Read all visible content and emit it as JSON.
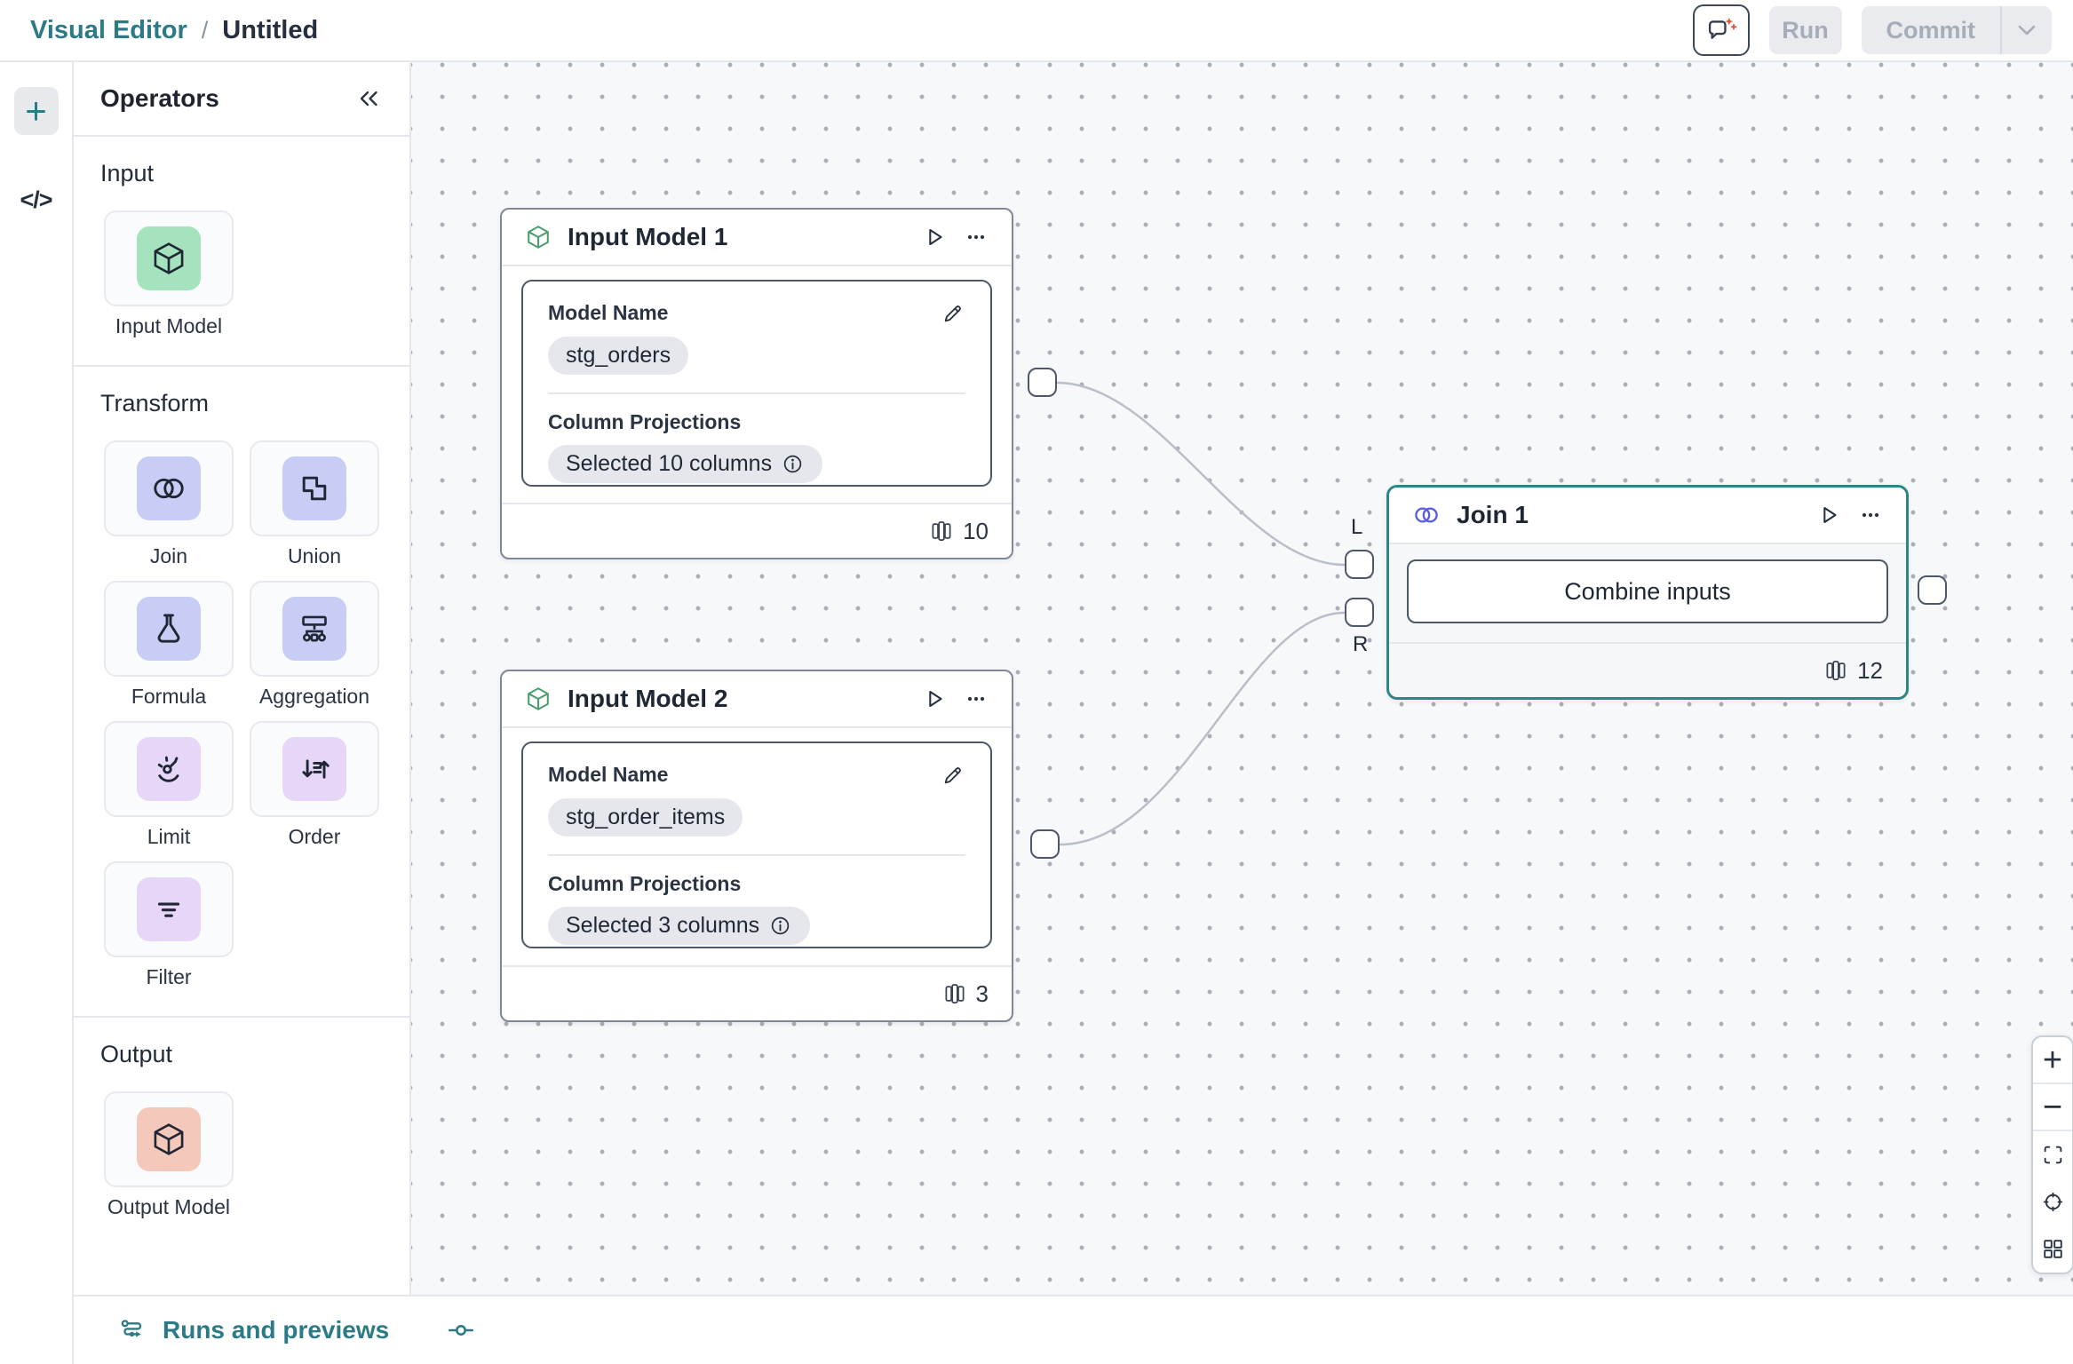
{
  "header": {
    "app_name": "Visual Editor",
    "separator": "/",
    "document_title": "Untitled",
    "run_label": "Run",
    "commit_label": "Commit"
  },
  "left_rail": {
    "code_label": "</>"
  },
  "operators_panel": {
    "title": "Operators",
    "sections": [
      {
        "label": "Input",
        "items": [
          {
            "label": "Input Model"
          }
        ]
      },
      {
        "label": "Transform",
        "items": [
          {
            "label": "Join"
          },
          {
            "label": "Union"
          },
          {
            "label": "Formula"
          },
          {
            "label": "Aggregation"
          },
          {
            "label": "Limit"
          },
          {
            "label": "Order"
          },
          {
            "label": "Filter"
          }
        ]
      },
      {
        "label": "Output",
        "items": [
          {
            "label": "Output Model"
          }
        ]
      }
    ]
  },
  "canvas": {
    "nodes": {
      "input_model_1": {
        "title": "Input Model 1",
        "model_name_label": "Model Name",
        "model_name": "stg_orders",
        "projections_label": "Column Projections",
        "projections_value": "Selected 10 columns",
        "column_count": "10"
      },
      "input_model_2": {
        "title": "Input Model 2",
        "model_name_label": "Model Name",
        "model_name": "stg_order_items",
        "projections_label": "Column Projections",
        "projections_value": "Selected 3 columns",
        "column_count": "3"
      },
      "join_1": {
        "title": "Join 1",
        "action_label": "Combine inputs",
        "column_count": "12",
        "left_port_label": "L",
        "right_port_label": "R"
      }
    }
  },
  "zoom_controls": {
    "zoom_in": "+",
    "zoom_out": "−"
  },
  "bottom_bar": {
    "runs_label": "Runs and previews"
  },
  "icons": {
    "ai_assistant": "chat-bubble-sparkle",
    "collapse_panel": "chevrons-left",
    "add": "plus",
    "code": "code-brackets",
    "input_model": "cube",
    "output_model": "cube",
    "join": "overlapping-circles",
    "union": "overlapping-squares",
    "formula": "flask",
    "aggregation": "org-tree",
    "limit": "gauge",
    "order": "sort-arrows",
    "filter": "filter-lines",
    "run_node": "play-outline",
    "node_menu": "ellipsis",
    "edit": "pencil",
    "info": "info-circle",
    "columns_count": "columns",
    "runs": "route-arrow",
    "version": "git-commit",
    "zoom": [
      "plus",
      "minus",
      "fullscreen",
      "crosshair",
      "grid"
    ]
  },
  "colors": {
    "accent_teal": "#2B7A86",
    "selected_node_border": "#2E8585",
    "input_icon_bg": "#A5E3BF",
    "input_icon_stroke": "#4D9D6D",
    "transform_icon_bg_blue": "#C7CDF5",
    "transform_icon_bg_violet": "#E6D6F8",
    "output_icon_bg": "#F5C8BC",
    "join_icon_stroke": "#5A5BE0",
    "sparkle_orange": "#E2593B",
    "canvas_bg": "#F7F8FA"
  }
}
